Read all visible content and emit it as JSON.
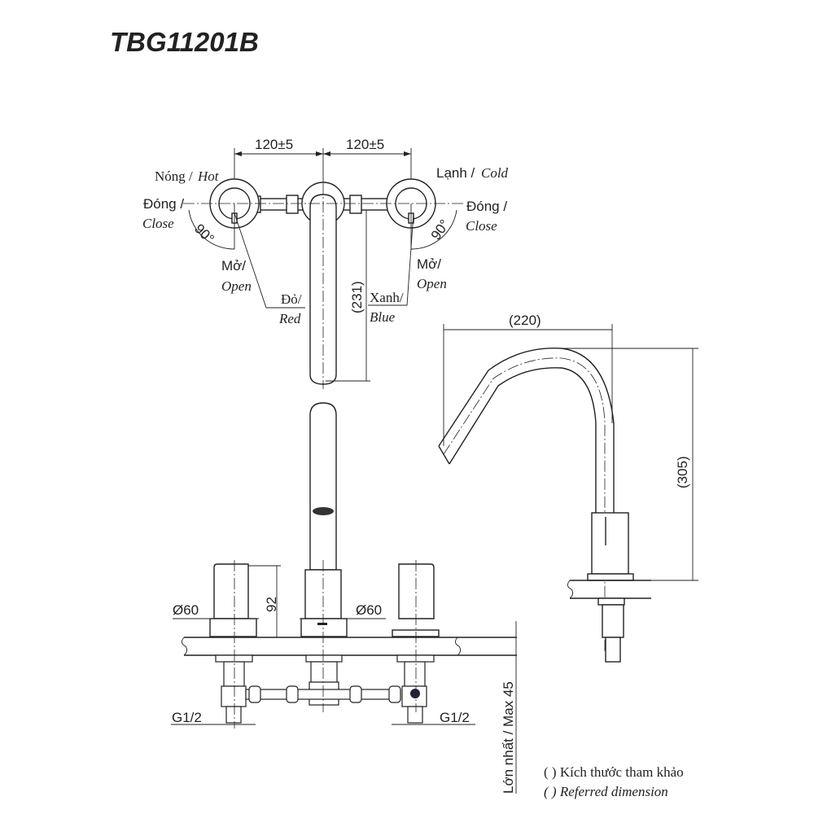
{
  "title": "TBG11201B",
  "top_view": {
    "dim_left": "120±5",
    "dim_right": "120±5",
    "hot_label_vi": "Nóng /",
    "hot_label_en": "Hot",
    "cold_label_vi": "Lạnh /",
    "cold_label_en": "Cold",
    "close_left_vi": "Đóng /",
    "close_left_en": "Close",
    "close_right_vi": "Đóng /",
    "close_right_en": "Close",
    "angle_left": "90°",
    "angle_right": "90°",
    "open_left_vi": "Mở/",
    "open_left_en": "Open",
    "open_right_vi": "Mở/",
    "open_right_en": "Open",
    "red_vi": "Đỏ/",
    "red_en": "Red",
    "blue_vi": "Xanh/",
    "blue_en": "Blue",
    "spout_length": "(231)"
  },
  "front_view": {
    "handle_height": "92",
    "dia_left": "Ø60",
    "dia_right": "Ø60",
    "thread_left": "G1/2",
    "thread_right": "G1/2",
    "max_thickness": "Lớn nhất / Max 45"
  },
  "side_view": {
    "reach": "(220)",
    "height": "(305)"
  },
  "legend": {
    "line1": "( ) Kích thước tham khảo",
    "line2": "( ) Referred dimension"
  }
}
